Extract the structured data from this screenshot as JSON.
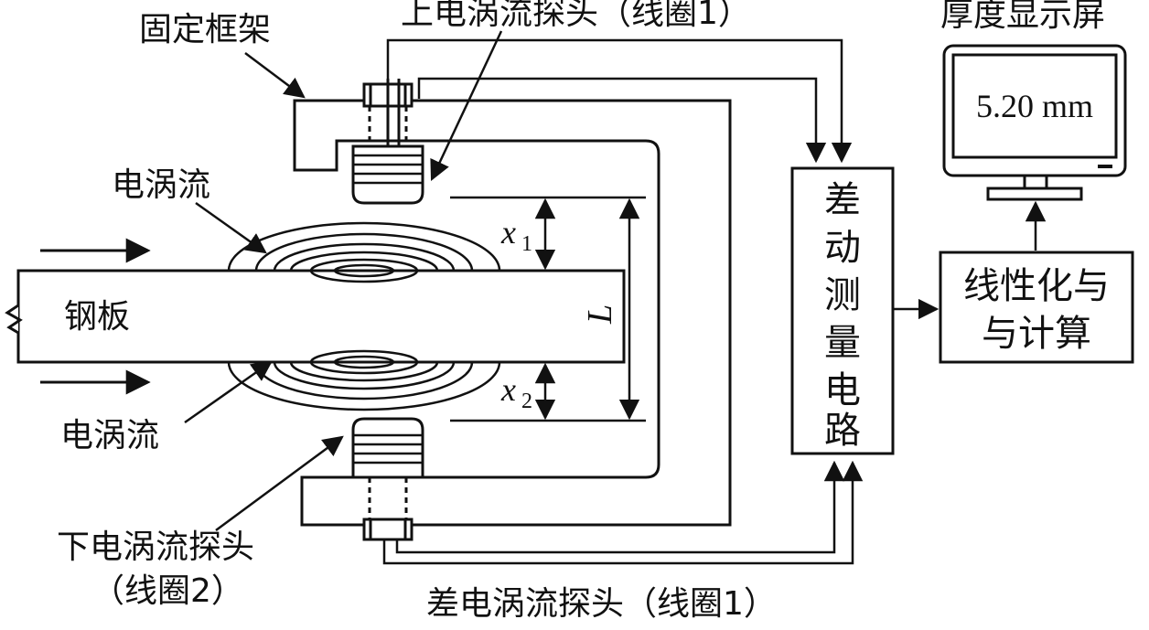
{
  "labels": {
    "frame": "固定框架",
    "upper_probe": "上电涡流探头（线圈1）",
    "display_title": "厚度显示屏",
    "display_value": "5.20 mm",
    "eddy_upper": "电涡流",
    "eddy_lower": "电涡流",
    "steel": "钢板",
    "x1_var": "x",
    "x1_sub": "1",
    "x2_var": "x",
    "x2_sub": "2",
    "L": "L",
    "diff_circuit": [
      "差",
      "动",
      "测",
      "量",
      "电",
      "路"
    ],
    "linear_line1": "线性化与",
    "linear_line2": "与计算",
    "lower_probe_line1": "下电涡流探头",
    "lower_probe_line2": "（线圈2）",
    "diff_probe": "差电涡流探头（线圈1）"
  }
}
